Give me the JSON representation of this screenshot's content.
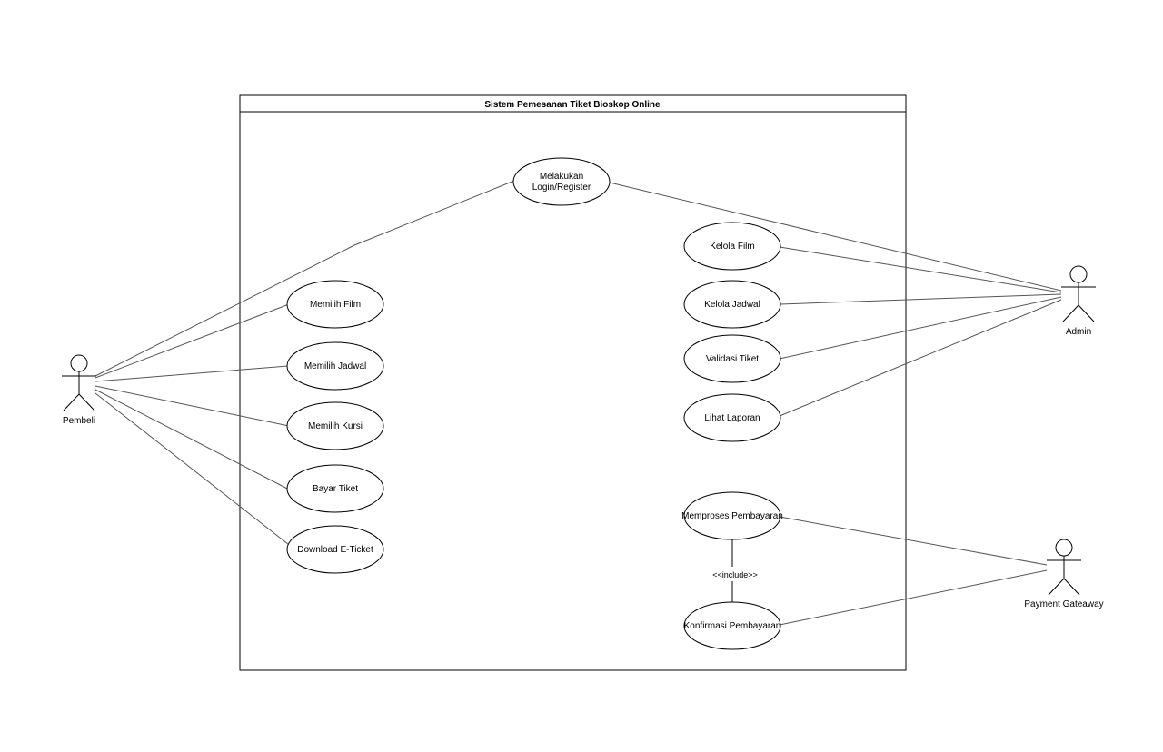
{
  "system": {
    "title": "Sistem Pemesanan Tiket Bioskop Online"
  },
  "actors": {
    "pembeli": "Pembeli",
    "admin": "Admin",
    "payment_gateway": "Payment Gateaway"
  },
  "use_cases": {
    "login": [
      "Melakukan",
      "Login/Register"
    ],
    "memilih_film": "Memilih Film",
    "memilih_jadwal": "Memilih Jadwal",
    "memilih_kursi": "Memilih Kursi",
    "bayar_tiket": "Bayar Tiket",
    "download_eticket": "Download E-Ticket",
    "kelola_film": "Kelola Film",
    "kelola_jadwal": "Kelola Jadwal",
    "validasi_tiket": "Validasi Tiket",
    "lihat_laporan": "Lihat Laporan",
    "memproses_pembayaran": "Memproses Pembayaran",
    "konfirmasi_pembayaran": "Konfirmasi Pembayaran"
  },
  "relations": {
    "include_label": "<<include>>"
  }
}
